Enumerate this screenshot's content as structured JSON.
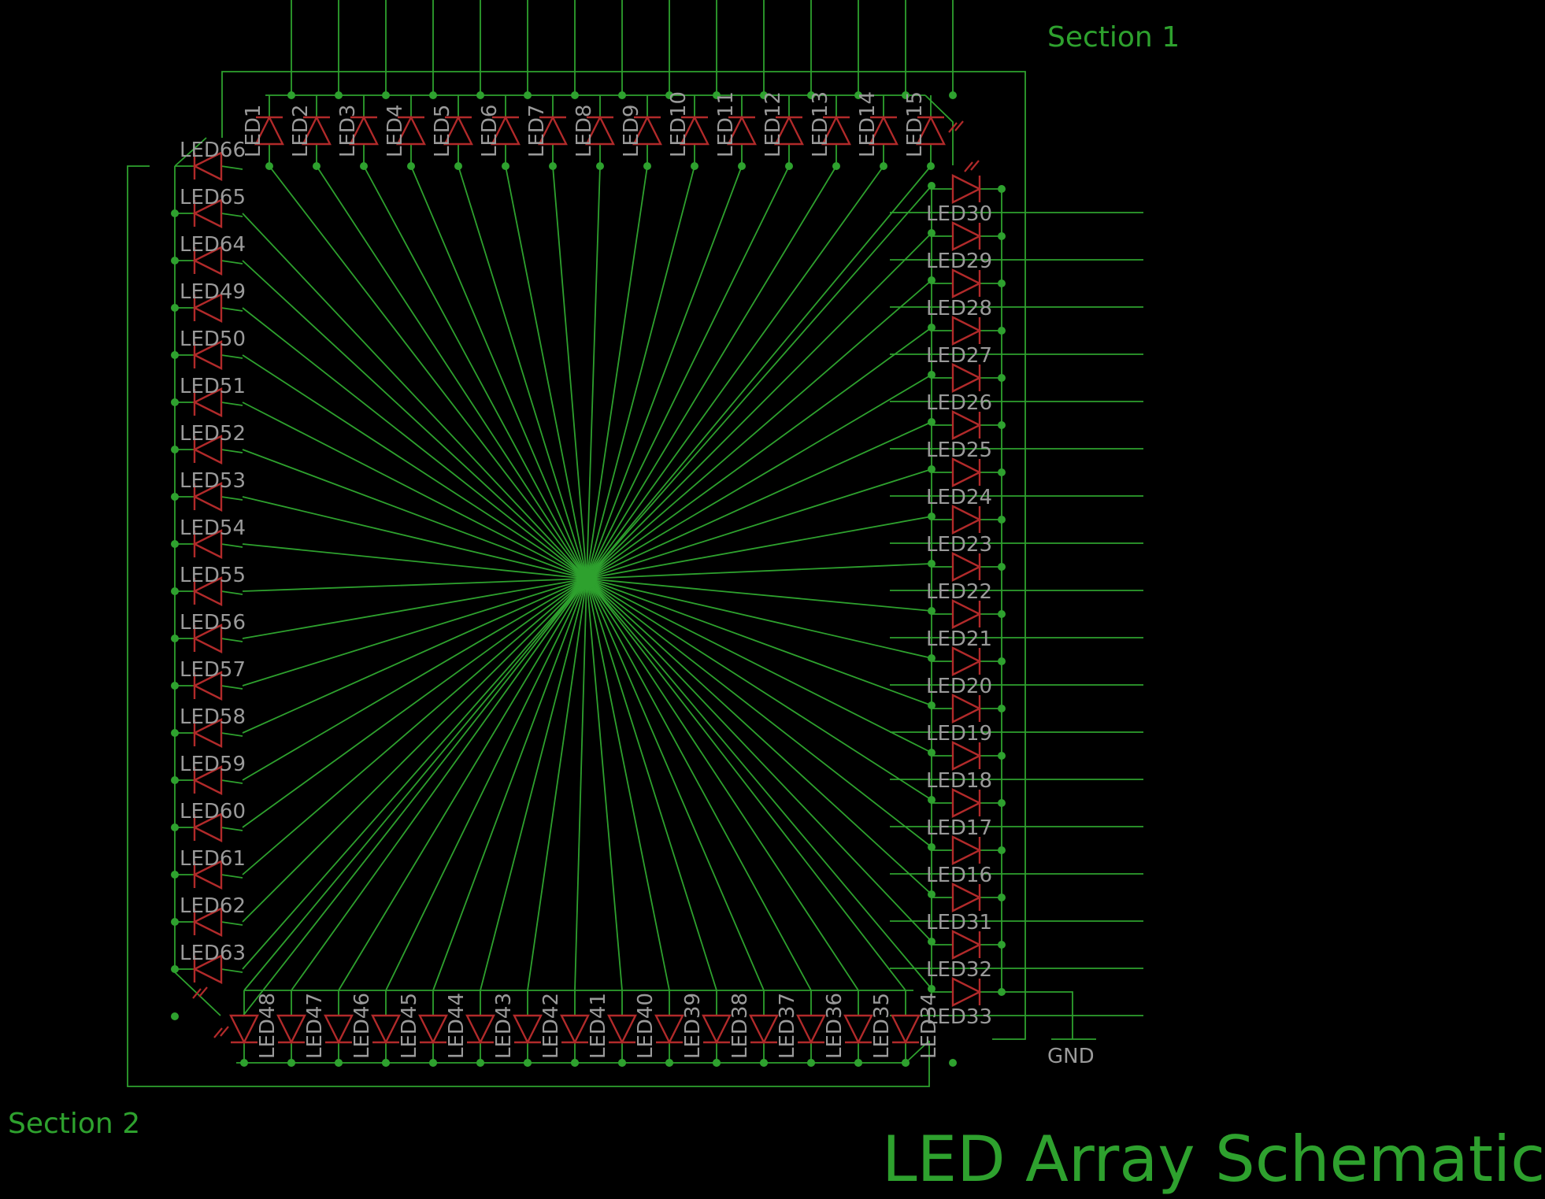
{
  "schematic": {
    "title": "LED Array Schematic",
    "section_1": "Section 1",
    "section_2": "Section 2",
    "gnd_label": "GND",
    "colors": {
      "background": "#000000",
      "wire": "#2ea12e",
      "led": "#b12a2a",
      "label": "#9a9a9a",
      "text_accent": "#2ea12e"
    },
    "leds": {
      "top": [
        "LED1",
        "LED2",
        "LED3",
        "LED4",
        "LED5",
        "LED6",
        "LED7",
        "LED8",
        "LED9",
        "LED10",
        "LED11",
        "LED12",
        "LED13",
        "LED14",
        "LED15"
      ],
      "right": [
        "LED30",
        "LED29",
        "LED28",
        "LED27",
        "LED26",
        "LED25",
        "LED24",
        "LED23",
        "LED22",
        "LED21",
        "LED20",
        "LED19",
        "LED18",
        "LED17",
        "LED16",
        "LED31",
        "LED32",
        "LED33"
      ],
      "bottom": [
        "LED48",
        "LED47",
        "LED46",
        "LED45",
        "LED44",
        "LED43",
        "LED42",
        "LED41",
        "LED40",
        "LED39",
        "LED38",
        "LED37",
        "LED36",
        "LED35",
        "LED34"
      ],
      "left": [
        "LED66",
        "LED65",
        "LED64",
        "LED49",
        "LED50",
        "LED51",
        "LED52",
        "LED53",
        "LED54",
        "LED55",
        "LED56",
        "LED57",
        "LED58",
        "LED59",
        "LED60",
        "LED61",
        "LED62",
        "LED63"
      ]
    }
  }
}
